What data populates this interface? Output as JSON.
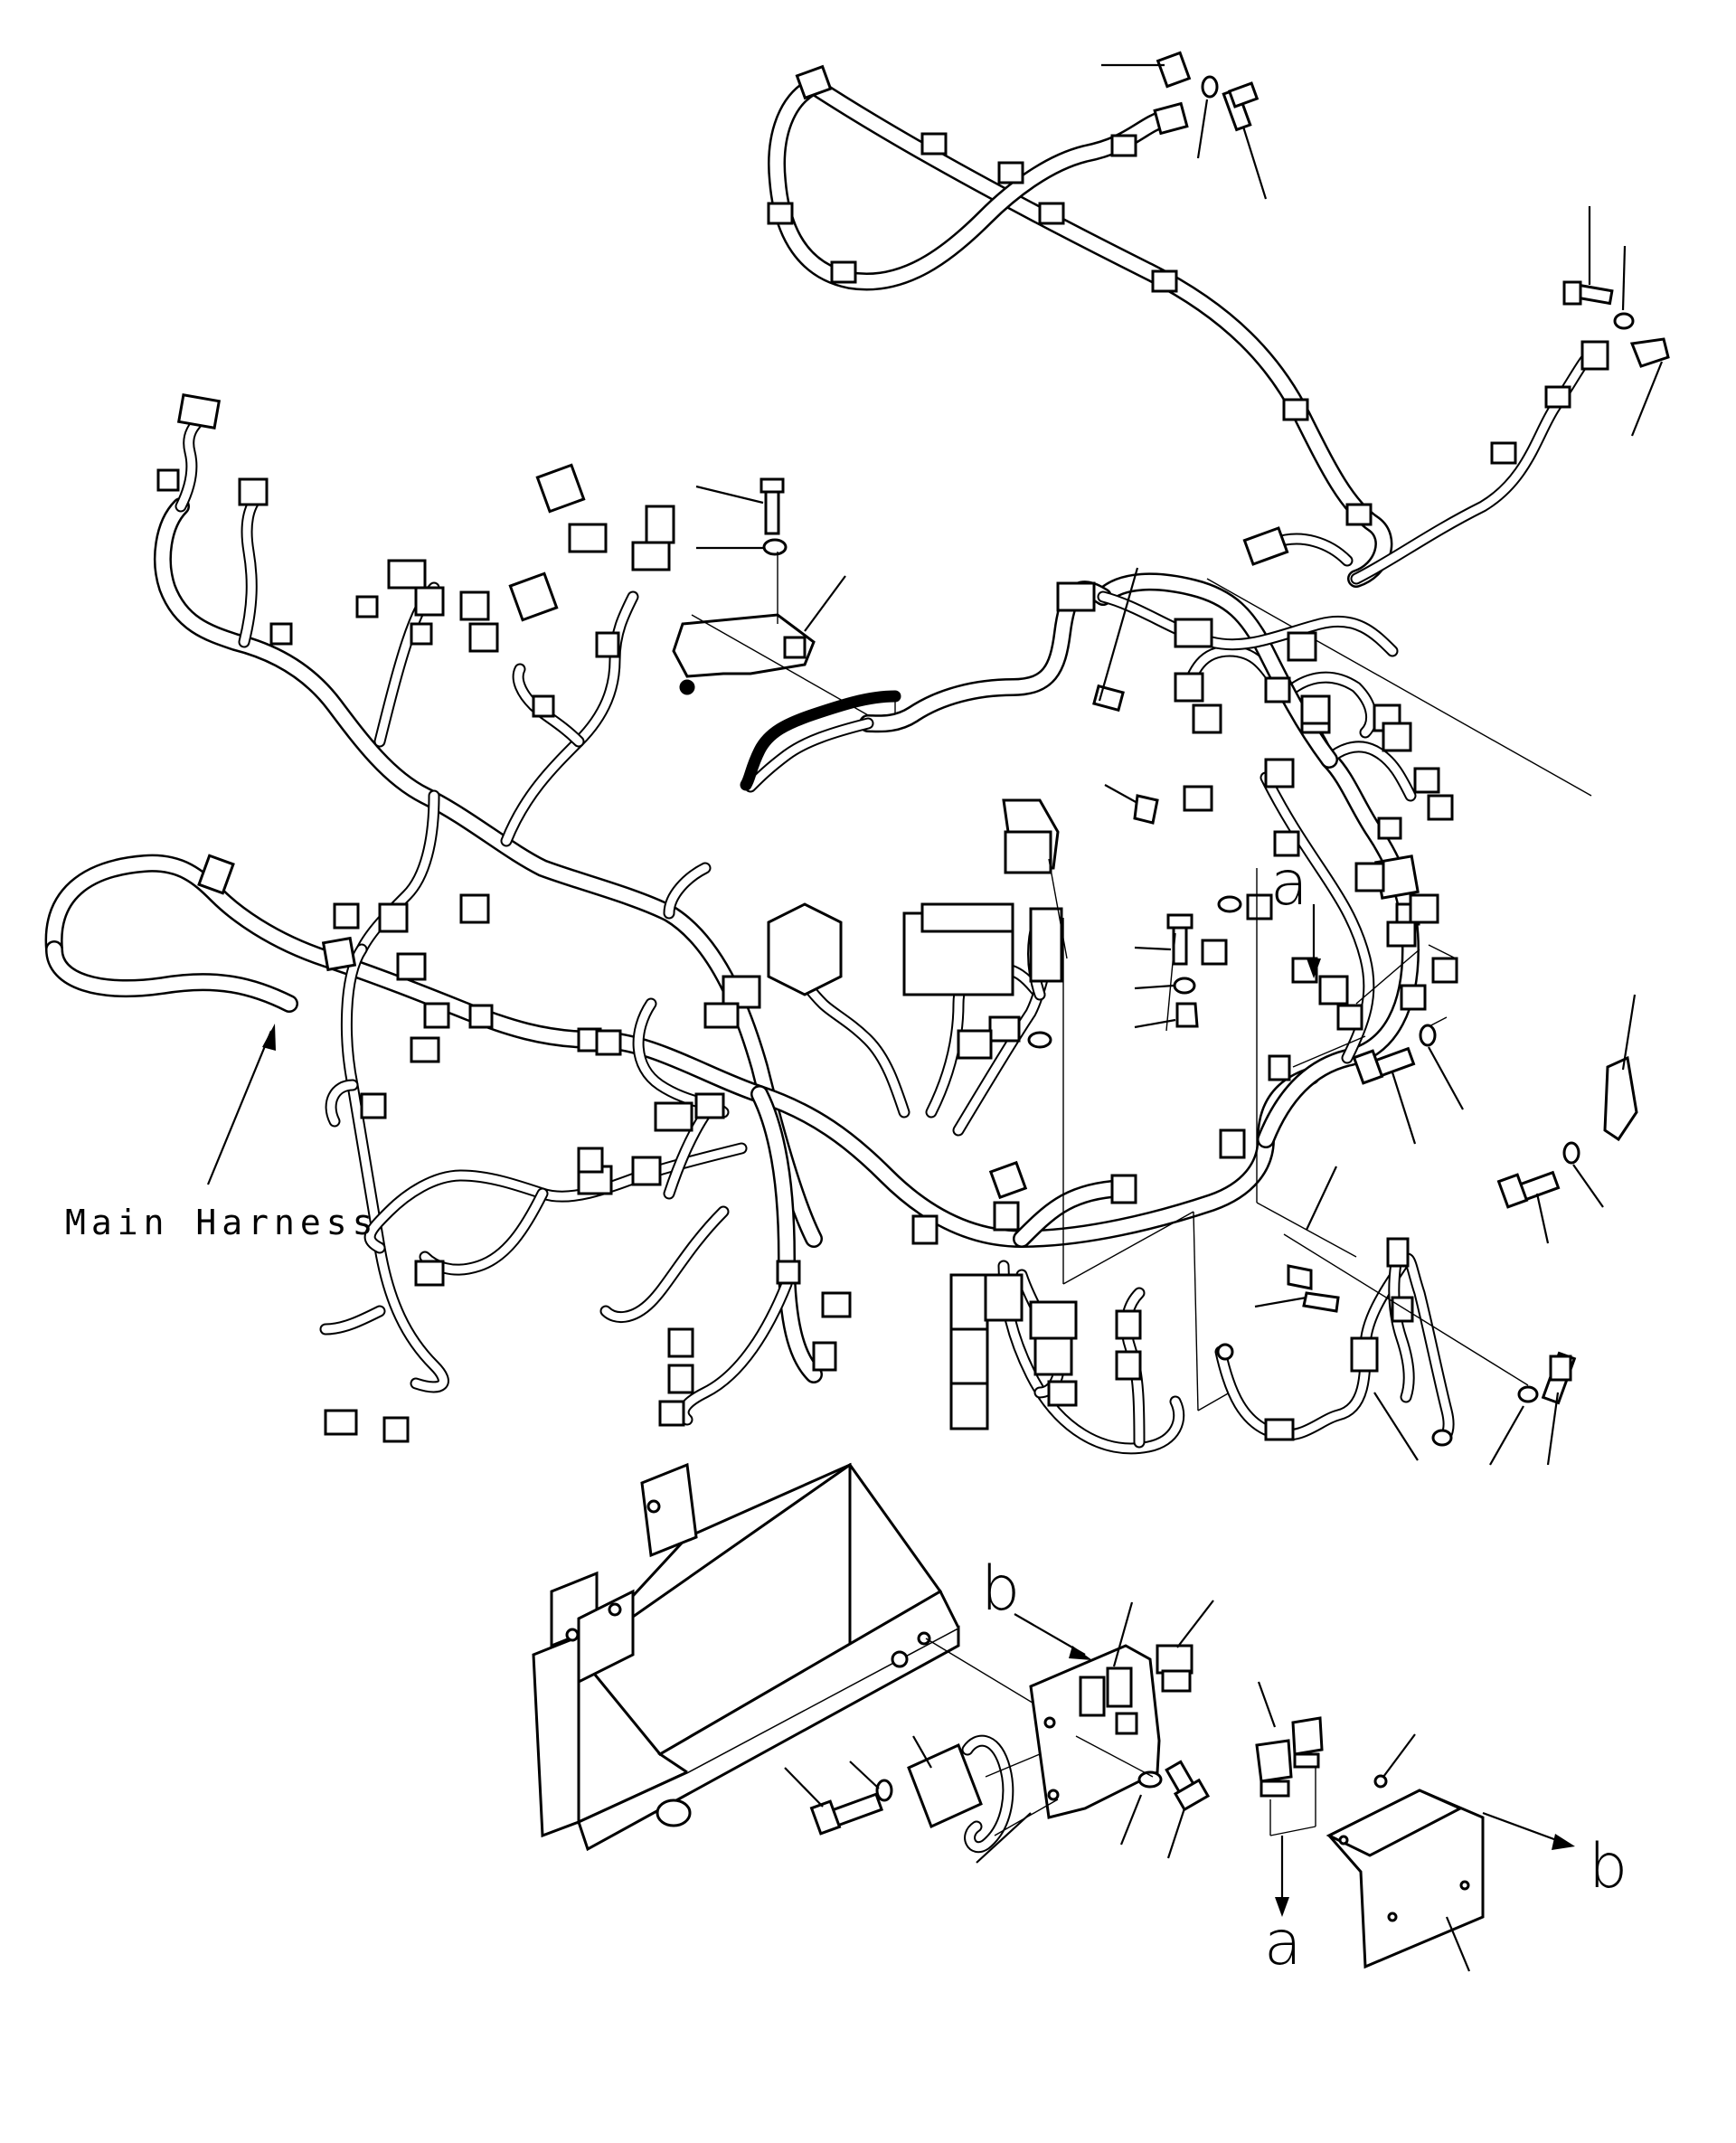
{
  "labels": {
    "main_harness": "Main Harness",
    "ref_a_upper": "a",
    "ref_a_lower": "a",
    "ref_b_left": "b",
    "ref_b_right": "b"
  },
  "colors": {
    "line": "#000000",
    "background": "#ffffff"
  }
}
